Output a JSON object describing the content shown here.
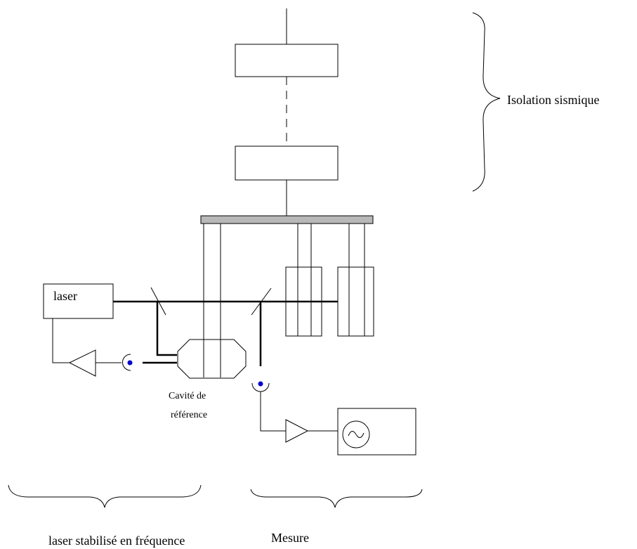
{
  "labels": {
    "seismic_isolation": "Isolation sismique",
    "laser": "laser",
    "reference_cavity_line1": "Cavité de",
    "reference_cavity_line2": "référence",
    "frequency_stabilized_laser": "laser stabilisé en fréquence",
    "measurement": "Mesure"
  },
  "colors": {
    "line": "#000000",
    "platform_fill": "#b8b8b8",
    "photodiode_dot": "#0000cc",
    "background": "#ffffff"
  },
  "icons": {
    "oscilloscope_symbol": "sine-wave-icon",
    "amplifier_symbol": "triangle-amplifier-icon",
    "photodiode_symbol": "photodiode-icon",
    "beam_splitter_symbol": "beam-splitter-icon"
  }
}
